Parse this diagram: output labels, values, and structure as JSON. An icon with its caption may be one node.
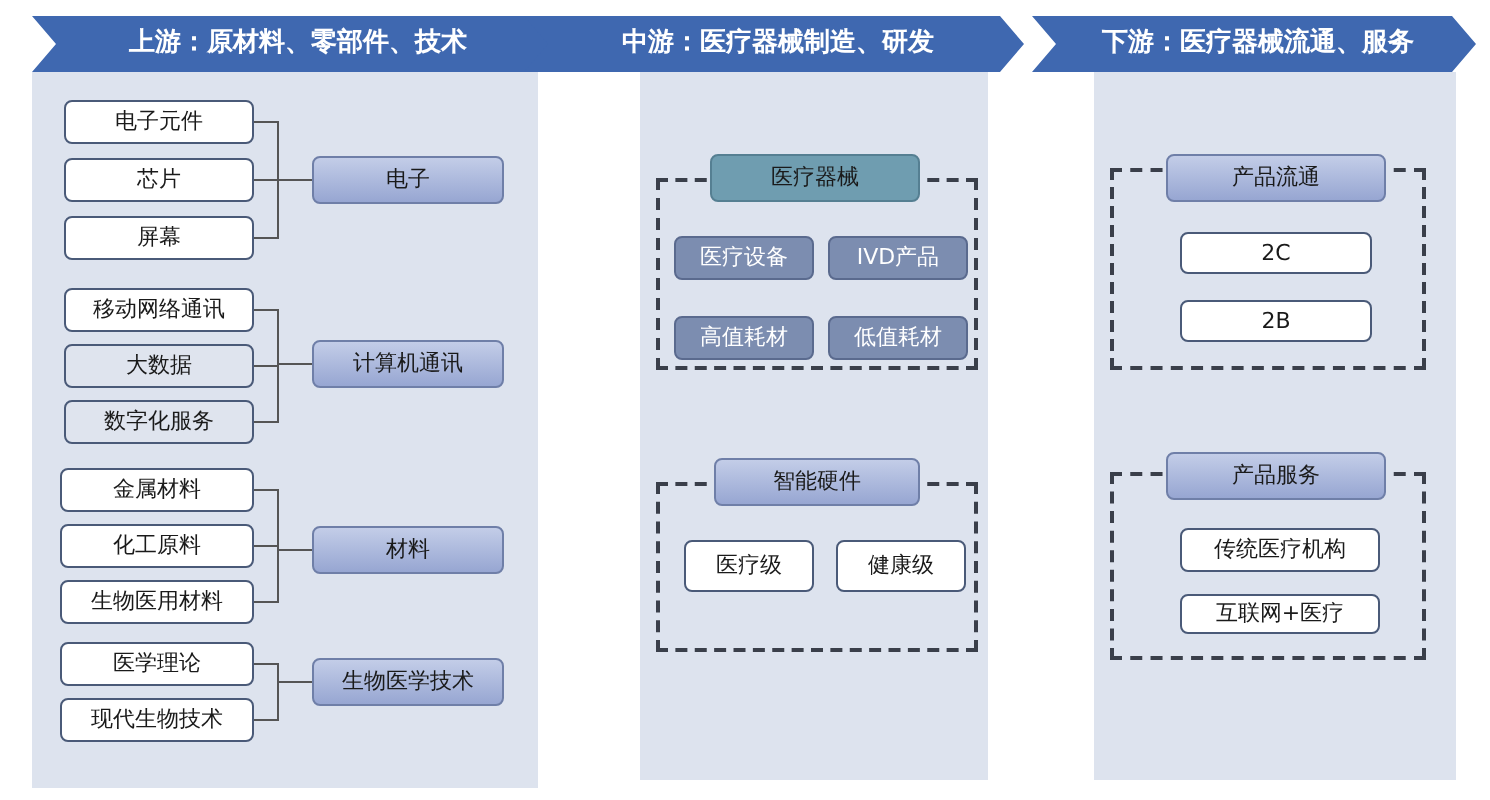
{
  "diagram": {
    "nodes": [
      {
        "text": [
          "上游：原材料、零部件、技术"
        ]
      },
      {
        "text": [
          "中游：医疗器械制造、研发"
        ]
      },
      {
        "text": [
          "下游：医疗器械流通、服务"
        ]
      },
      {
        "text": [
          "电子元件"
        ]
      },
      {
        "text": [
          "芯片"
        ]
      },
      {
        "text": [
          "屏幕"
        ]
      },
      {
        "text": [
          "电子"
        ]
      },
      {
        "text": [
          "移动网络通讯"
        ]
      },
      {
        "text": [
          "大数据"
        ]
      },
      {
        "text": [
          "数字化服务"
        ]
      },
      {
        "text": [
          "计算机通讯"
        ]
      },
      {
        "text": [
          "金属材料"
        ]
      },
      {
        "text": [
          "化工原料"
        ]
      },
      {
        "text": [
          "生物医用材料"
        ]
      },
      {
        "text": [
          "材料"
        ]
      },
      {
        "text": [
          "医学理论"
        ]
      },
      {
        "text": [
          "现代生物技术"
        ]
      },
      {
        "text": [
          "生物医学技术"
        ]
      },
      {
        "text": [],
        "shape": "box"
      },
      {
        "text": [
          "医疗器械"
        ]
      },
      {
        "text": [
          "医疗设备"
        ],
        "in": 18
      },
      {
        "text": [
          "IVD产品"
        ],
        "in": 18
      },
      {
        "text": [
          "高值耗材"
        ],
        "in": 18
      },
      {
        "text": [
          "低值耗材"
        ],
        "in": 18
      },
      {
        "text": [],
        "shape": "box"
      },
      {
        "text": [
          "智能硬件"
        ]
      },
      {
        "text": [
          "医疗级"
        ],
        "in": 24
      },
      {
        "text": [
          "健康级"
        ],
        "in": 24
      },
      {
        "text": [],
        "shape": "box"
      },
      {
        "text": [
          "产品流通"
        ]
      },
      {
        "text": [
          "2C"
        ],
        "in": 28
      },
      {
        "text": [
          "2B"
        ],
        "in": 28
      },
      {
        "text": [],
        "shape": "box"
      },
      {
        "text": [
          "产品服务"
        ]
      },
      {
        "text": [
          "传统医疗机构"
        ],
        "in": 32
      },
      {
        "text": [
          "互联网+医疗"
        ],
        "in": 32
      }
    ],
    "edges": [
      {
        "from": 3,
        "to": 6,
        "arrow": "none"
      },
      {
        "from": 4,
        "to": 6,
        "arrow": "none"
      },
      {
        "from": 5,
        "to": 6,
        "arrow": "none"
      },
      {
        "from": 7,
        "to": 10,
        "arrow": "none"
      },
      {
        "from": 8,
        "to": 10,
        "arrow": "none"
      },
      {
        "from": 9,
        "to": 10,
        "arrow": "none"
      },
      {
        "from": 11,
        "to": 14,
        "arrow": "none"
      },
      {
        "from": 12,
        "to": 14,
        "arrow": "none"
      },
      {
        "from": 13,
        "to": 14,
        "arrow": "none"
      },
      {
        "from": 15,
        "to": 17,
        "arrow": "none"
      },
      {
        "from": 16,
        "to": 17,
        "arrow": "none"
      }
    ]
  }
}
